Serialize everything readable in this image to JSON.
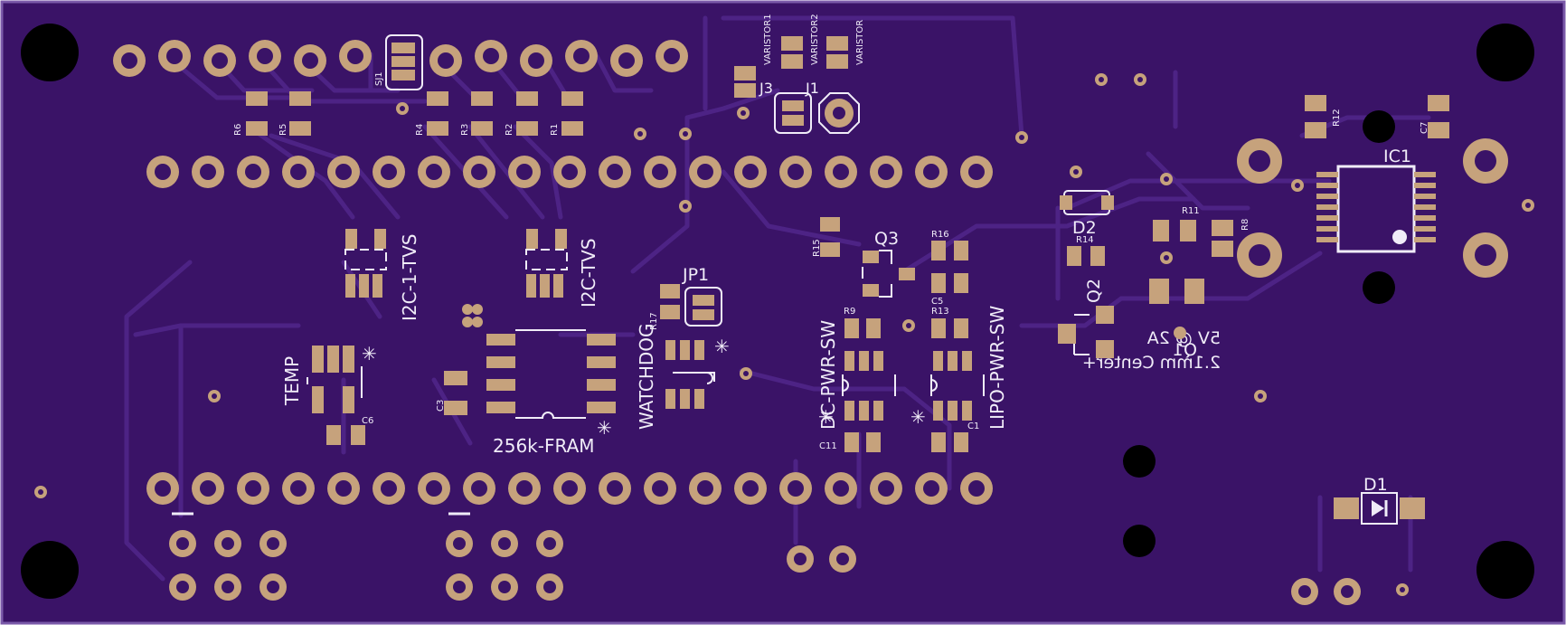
{
  "colors": {
    "board": "#3a1367",
    "board_edge": "#7a59a9",
    "trace": "#4d2385",
    "pad": "#c6a27c",
    "hole": "#000000",
    "silk": "#f0ecf8"
  },
  "labels": {
    "sj1": "SJ1",
    "r6": "R6",
    "r5": "R5",
    "r4": "R4",
    "r3": "R3",
    "r2": "R2",
    "r1": "R1",
    "varistor1": "VARISTOR1",
    "varistor2": "VARISTOR2",
    "varistor": "VARISTOR",
    "j3": "J3",
    "j1": "J1",
    "i2c1tvs": "I2C-1-TVS",
    "i2ctvs": "I2C-TVS",
    "jp1": "JP1",
    "r17": "R17",
    "watchdog": "WATCHDOG",
    "temp": "TEMP",
    "c6": "C6",
    "c3": "C3",
    "fram": "256k-FRAM",
    "r15": "R15",
    "q3": "Q3",
    "r16": "R16",
    "c5": "C5",
    "r9": "R9",
    "r13": "R13",
    "dcpwr": "DC-PWR-SW",
    "lipopwr": "LIPO-PWR-SW",
    "c11": "C11",
    "c1": "C1",
    "d2": "D2",
    "r14": "R14",
    "q2": "Q2",
    "power_info_1": "5V @ 2A",
    "power_info_2": "2.1mm Center+",
    "q1": "Q1",
    "r11": "R11",
    "r8": "R8",
    "r12": "R12",
    "c7": "C7",
    "ic1": "IC1",
    "d1": "D1"
  }
}
